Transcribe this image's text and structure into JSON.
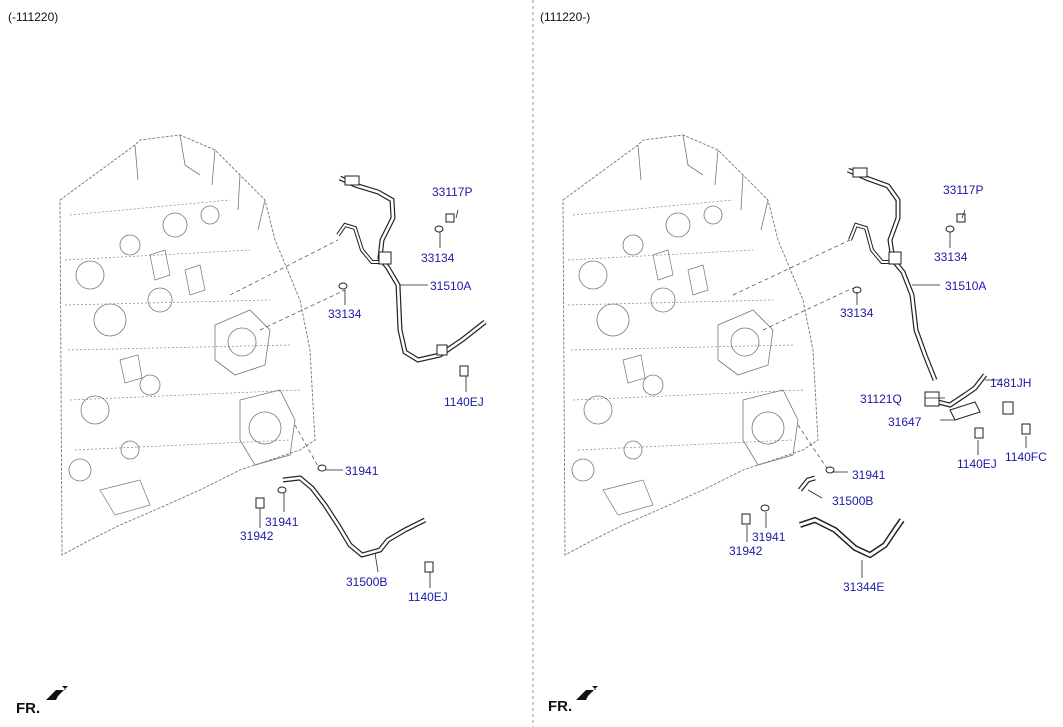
{
  "left_panel": {
    "label": "(-111220)",
    "parts": {
      "p33117P": "33117P",
      "p33134a": "33134",
      "p33134b": "33134",
      "p31510A": "31510A",
      "p1140EJa": "1140EJ",
      "p31941a": "31941",
      "p31941b": "31941",
      "p31942": "31942",
      "p31500B": "31500B",
      "p1140EJb": "1140EJ"
    },
    "fr": "FR."
  },
  "right_panel": {
    "label": "(111220-)",
    "parts": {
      "p33117P": "33117P",
      "p33134a": "33134",
      "p33134b": "33134",
      "p31510A": "31510A",
      "p31121Q": "31121Q",
      "p1481JH": "1481JH",
      "p31647": "31647",
      "p1140EJ": "1140EJ",
      "p1140FC": "1140FC",
      "p31941a": "31941",
      "p31500B": "31500B",
      "p31941b": "31941",
      "p31942": "31942",
      "p31344E": "31344E"
    },
    "fr": "FR."
  },
  "colors": {
    "callout_text": "#1a1aa6",
    "line": "#222222",
    "divider": "#999999"
  }
}
